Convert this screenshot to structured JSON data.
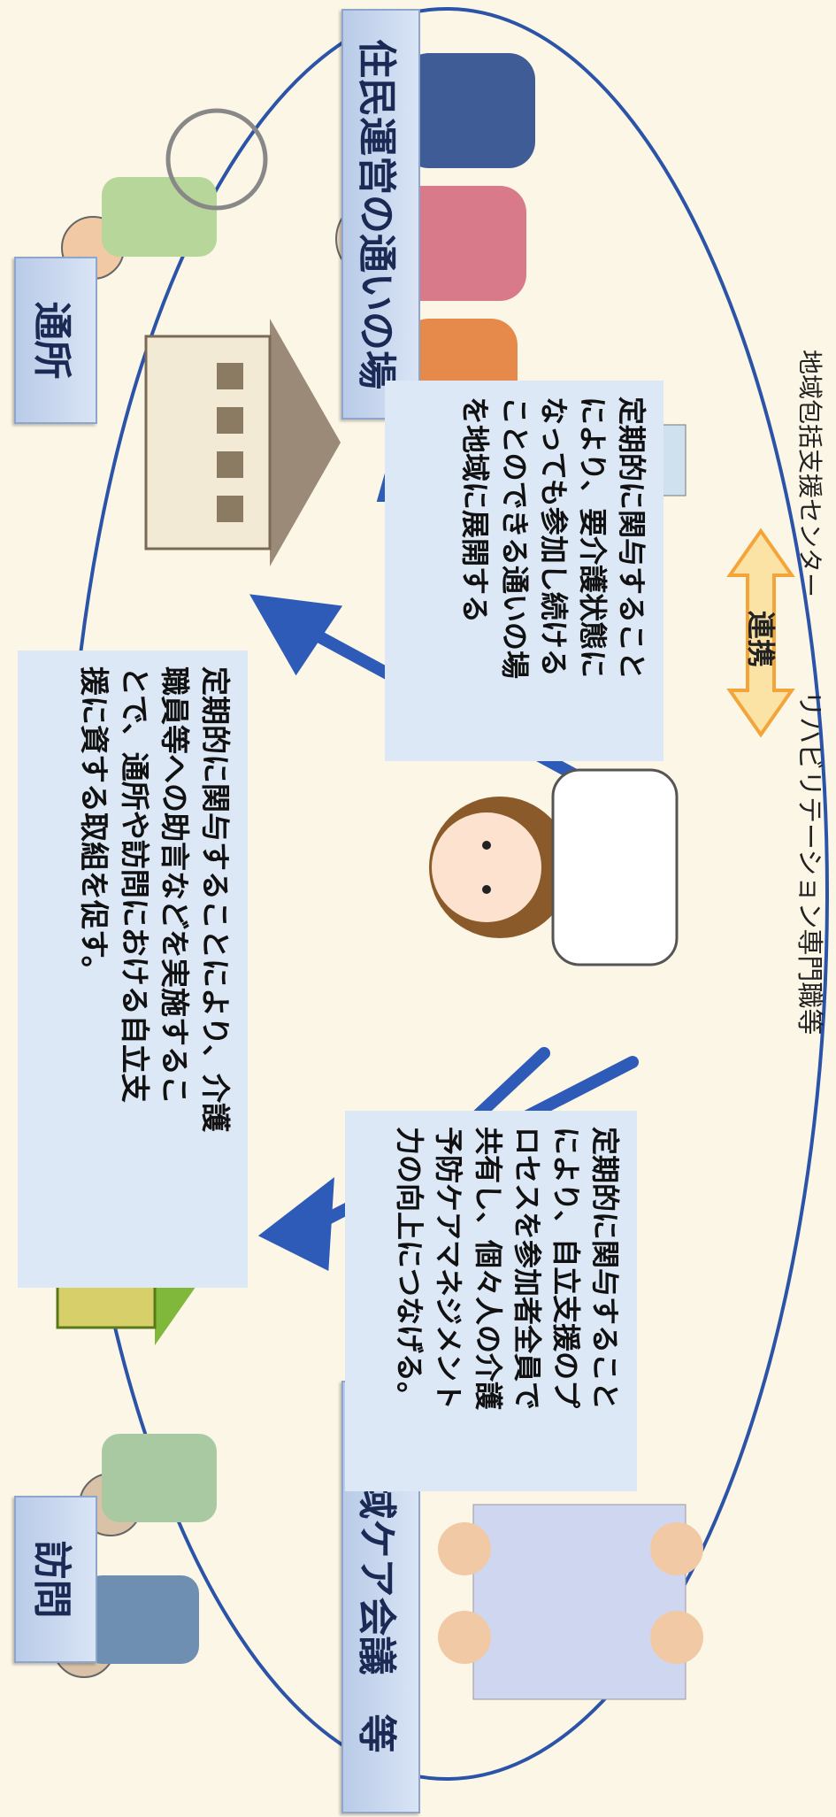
{
  "labels": {
    "visit": "訪問",
    "day_service": "通所",
    "community_place": "住民運営の通いの場",
    "care_meeting": "地域ケア会議　等"
  },
  "descriptions": {
    "day_visit": [
      "定期的に関与することにより、介護",
      "職員等への助言などを実施するこ",
      "とで、通所や訪問における自立支",
      "援に資する取組を促す。"
    ],
    "community": [
      "定期的に関与すること",
      "により、要介護状態に",
      "なっても参加し続ける",
      "ことのできる通いの場",
      "を地域に展開する"
    ],
    "meeting": [
      "定期的に関与すること",
      "により、自立支援のプ",
      "ロセスを参加者全員で",
      "共有し、個々人の介護",
      "予防ケアマネジメント",
      "力の向上につなげる。"
    ]
  },
  "people": {
    "rehab_specialist": "リハビリテーション専門職等",
    "support_center": "地域包括支援センター",
    "cooperation": "連携"
  },
  "colors": {
    "arrow": "#2f5bb8",
    "ellipse": "#2b54a8",
    "label_bg": "#c9d7ee",
    "box_bg": "#dce8f6",
    "cooperation_arrow": "#f3a53a"
  }
}
